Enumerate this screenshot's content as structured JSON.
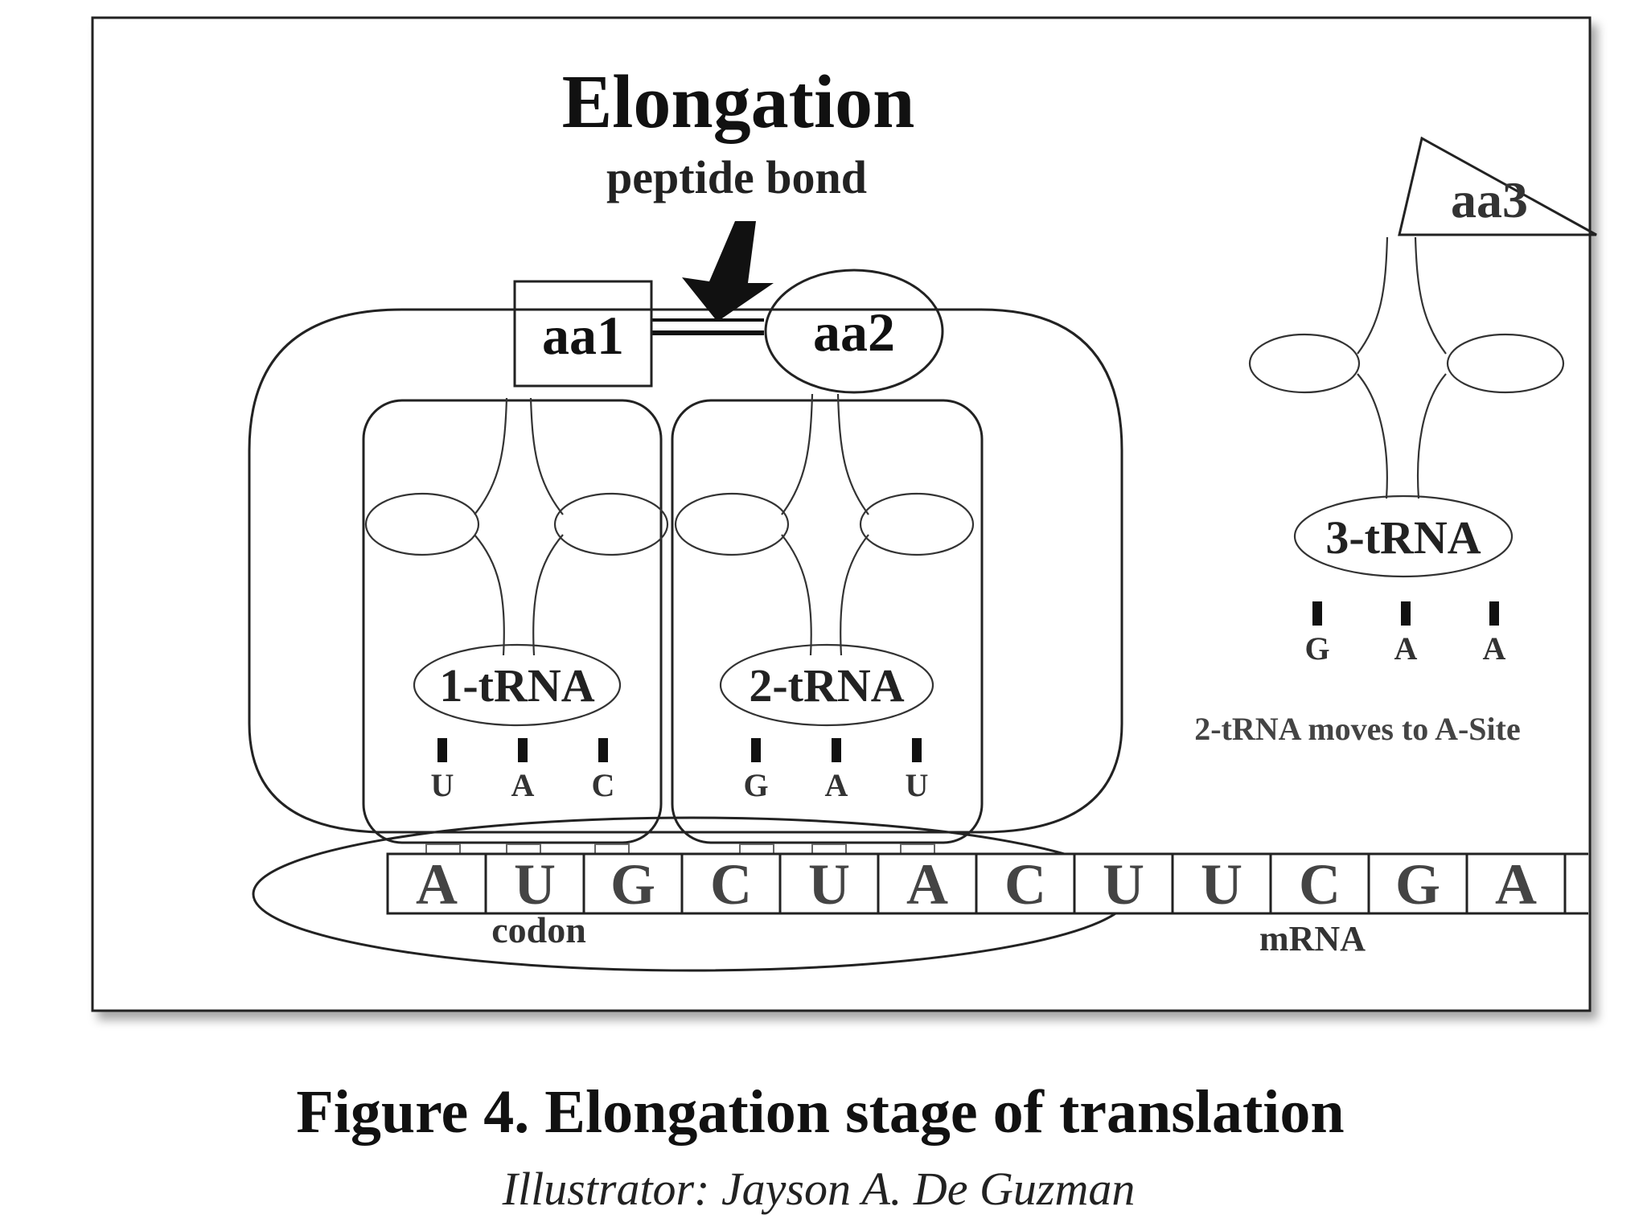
{
  "title": "Elongation",
  "peptide_bond_label": "peptide bond",
  "amino_acids": {
    "aa1": "aa1",
    "aa2": "aa2",
    "aa3": "aa3"
  },
  "trnas": [
    {
      "label": "1-tRNA",
      "anticodon": [
        "U",
        "A",
        "C"
      ]
    },
    {
      "label": "2-tRNA",
      "anticodon": [
        "G",
        "A",
        "U"
      ]
    },
    {
      "label": "3-tRNA",
      "anticodon": [
        "G",
        "A",
        "A"
      ]
    }
  ],
  "move_note": "2-tRNA moves to A-Site",
  "mrna_bases": [
    "A",
    "U",
    "G",
    "C",
    "U",
    "A",
    "C",
    "U",
    "U",
    "C",
    "G",
    "A"
  ],
  "codon_label": "codon",
  "mrna_label": "mRNA",
  "caption": "Figure 4. Elongation stage of translation",
  "credit": "Illustrator: Jayson A. De Guzman"
}
